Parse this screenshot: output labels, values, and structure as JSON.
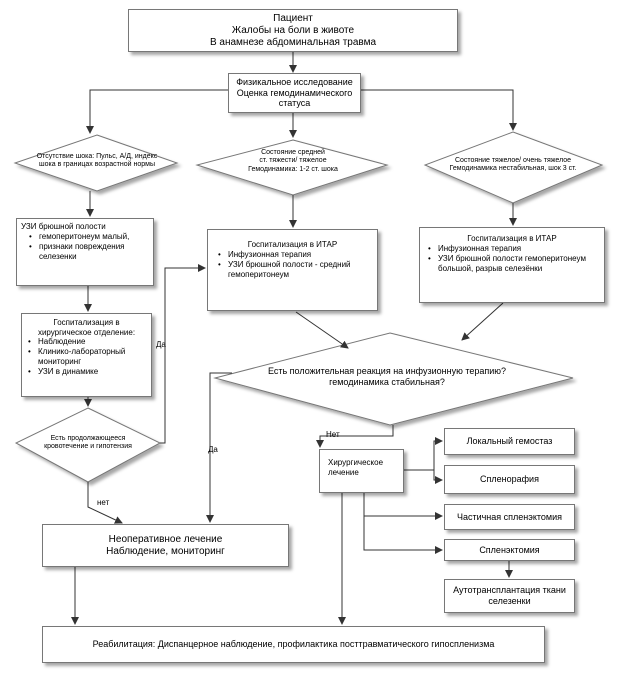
{
  "patient": {
    "line1": "Пациент",
    "line2": "Жалобы на боли в животе",
    "line3": "В анамнезе абдоминальная травма"
  },
  "exam": {
    "line1": "Физикальное исследование",
    "line2": "Оценка гемодинамического",
    "line3": "статуса"
  },
  "no_shock": {
    "line1": "Отсутствие шока: Пульс, А/Д, индекс",
    "line2": "шока в границах возрастной нормы"
  },
  "moderate": {
    "line1": "Состояние средней",
    "line2": "ст. тяжести/ тяжелое",
    "line3": "Гемодинамика: 1-2 ст. шока"
  },
  "severe": {
    "line1": "Состояние тяжелое/ очень тяжелое",
    "line2": "Гемодинамика нестабильная, шок 3 ст."
  },
  "uzi_left": {
    "title": "УЗИ брюшной полости",
    "items": [
      "гемоперитонеум малый,",
      "признаки повреждения селезенки"
    ]
  },
  "itar_mid": {
    "title": "Госпитализация в ИТАР",
    "items": [
      "Инфузионная терапия",
      "УЗИ брюшной полости - средний гемоперитонеум"
    ]
  },
  "itar_right": {
    "title": "Госпитализация в ИТАР",
    "items": [
      "Инфузионная терапия",
      "УЗИ брюшной полости гемоперитонеум большой, разрыв селезёнки"
    ]
  },
  "surgical_dept": {
    "title": "Госпитализация в хирургическое отделение:",
    "items": [
      "Наблюдение",
      "Клинико-лабораторный мониторинг",
      "УЗИ в динамике"
    ]
  },
  "bleeding": {
    "line1": "Есть продолжающееся",
    "line2": "кровотечение и гипотензия"
  },
  "infusion_q": {
    "line1": "Есть положительная реакция на инфузионную терапию?",
    "line2": "гемодинамика стабильная?"
  },
  "surgery": {
    "line1": "Хирургическое",
    "line2": "лечение"
  },
  "options": {
    "hemostasis": "Локальный гемостаз",
    "splenorrhaphy": "Спленорафия",
    "partial": "Частичная спленэктомия",
    "splenectomy": "Спленэктомия",
    "autotransplant_1": "Аутотрансплантация ткани",
    "autotransplant_2": "селезенки"
  },
  "nonop": {
    "line1": "Неоперативное лечение",
    "line2": "Наблюдение, мониторинг"
  },
  "rehab": {
    "text": "Реабилитация: Диспанцерное наблюдение, профилактика посттравматического гипоспленизма"
  },
  "labels": {
    "yes_1": "Да",
    "yes_2": "Да",
    "no_1": "Нет",
    "no_2": "нет"
  }
}
